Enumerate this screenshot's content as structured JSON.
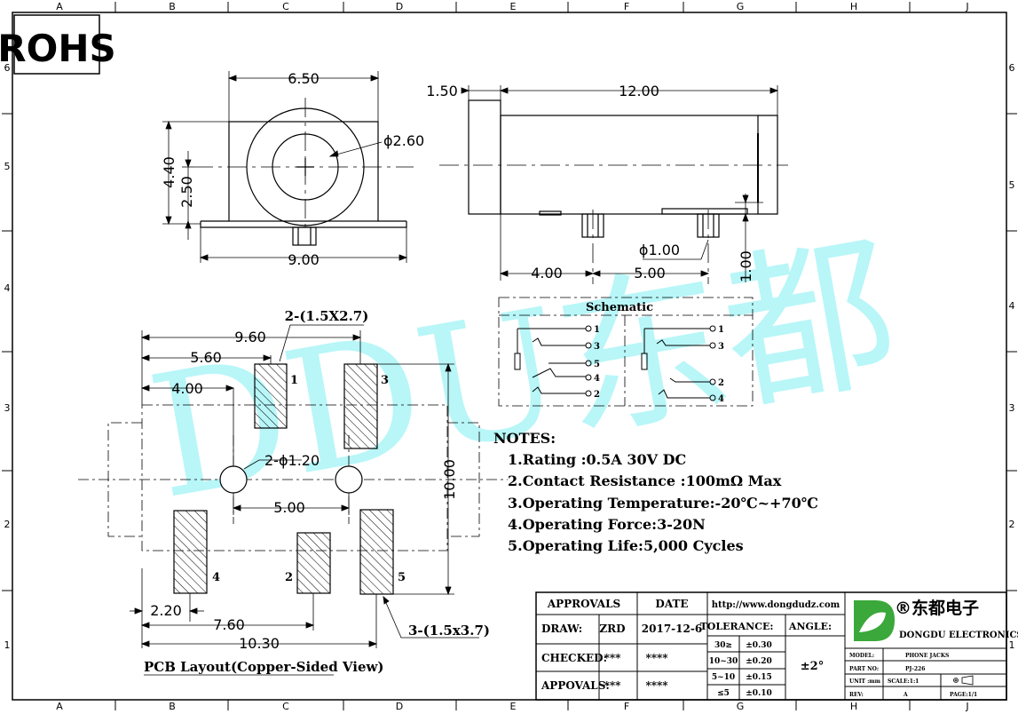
{
  "frame": {
    "cols": [
      "A",
      "B",
      "C",
      "D",
      "E",
      "F",
      "G",
      "H",
      "J"
    ],
    "rows": [
      "6",
      "5",
      "4",
      "3",
      "2",
      "1"
    ]
  },
  "rohs": "ROHS",
  "watermark": "DDU东都",
  "front_view": {
    "width": "6.50",
    "diameter": "ϕ2.60",
    "height": "4.40",
    "center_height": "2.50",
    "base_width": "9.00"
  },
  "side_view": {
    "front_len": "1.50",
    "body_len": "12.00",
    "pin_diameter": "ϕ1.00",
    "pin_offset": "1.00",
    "pitch_a": "4.00",
    "pitch_b": "5.00"
  },
  "schematic": {
    "title": "Schematic",
    "left_pins": [
      "1",
      "3",
      "5",
      "4",
      "2"
    ],
    "right_pins": [
      "1",
      "3",
      "2",
      "4"
    ]
  },
  "pcb": {
    "pad_small": "2-(1.5X2.7)",
    "w960": "9.60",
    "w560": "5.60",
    "w400": "4.00",
    "holes": "2-ϕ1.20",
    "hole_pitch": "5.00",
    "height": "10.00",
    "w220": "2.20",
    "w760": "7.60",
    "w1030": "10.30",
    "pad_large": "3-(1.5x3.7)",
    "pin_labels": [
      "1",
      "3",
      "4",
      "2",
      "5"
    ],
    "caption": "PCB Layout(Copper-Sided View)"
  },
  "notes": {
    "title": "NOTES:",
    "items": [
      "1.Rating :0.5A 30V DC",
      "2.Contact Resistance :100mΩ Max",
      "3.Operating Temperature:-20℃~+70℃",
      "4.Operating Force:3-20N",
      "5.Operating Life:5,000 Cycles"
    ]
  },
  "title_block": {
    "approvals": "APPROVALS",
    "date": "DATE",
    "url": "http://www.dongdudz.com",
    "draw_label": "DRAW:",
    "draw_name": "ZRD",
    "draw_date": "2017-12-6",
    "checked_label": "CHECKED:",
    "checked_name": "***",
    "checked_date": "****",
    "appovals_label": "APPOVALS:",
    "appovals_name": "***",
    "appovals_date": "****",
    "tolerance": "TOLERANCE:",
    "angle": "ANGLE:",
    "angle_value": "±2°",
    "tol_rows": [
      [
        "30≥",
        "±0.30"
      ],
      [
        "10~30",
        "±0.20"
      ],
      [
        "5~10",
        "±0.15"
      ],
      [
        "≤5",
        "±0.10"
      ]
    ],
    "company_cn": "®东都电子",
    "company_en": "DONGDU ELECTRONICS",
    "model_label": "MODEL:",
    "model_value": "PHONE JACKS",
    "partno_label": "PART NO:",
    "partno_value": "PJ-226",
    "unit_label": "UNIT :mm",
    "scale_label": "SCALE:1:1",
    "rev_label": "REV:",
    "rev_value": "A",
    "page_label": "PAGE:1/1"
  }
}
